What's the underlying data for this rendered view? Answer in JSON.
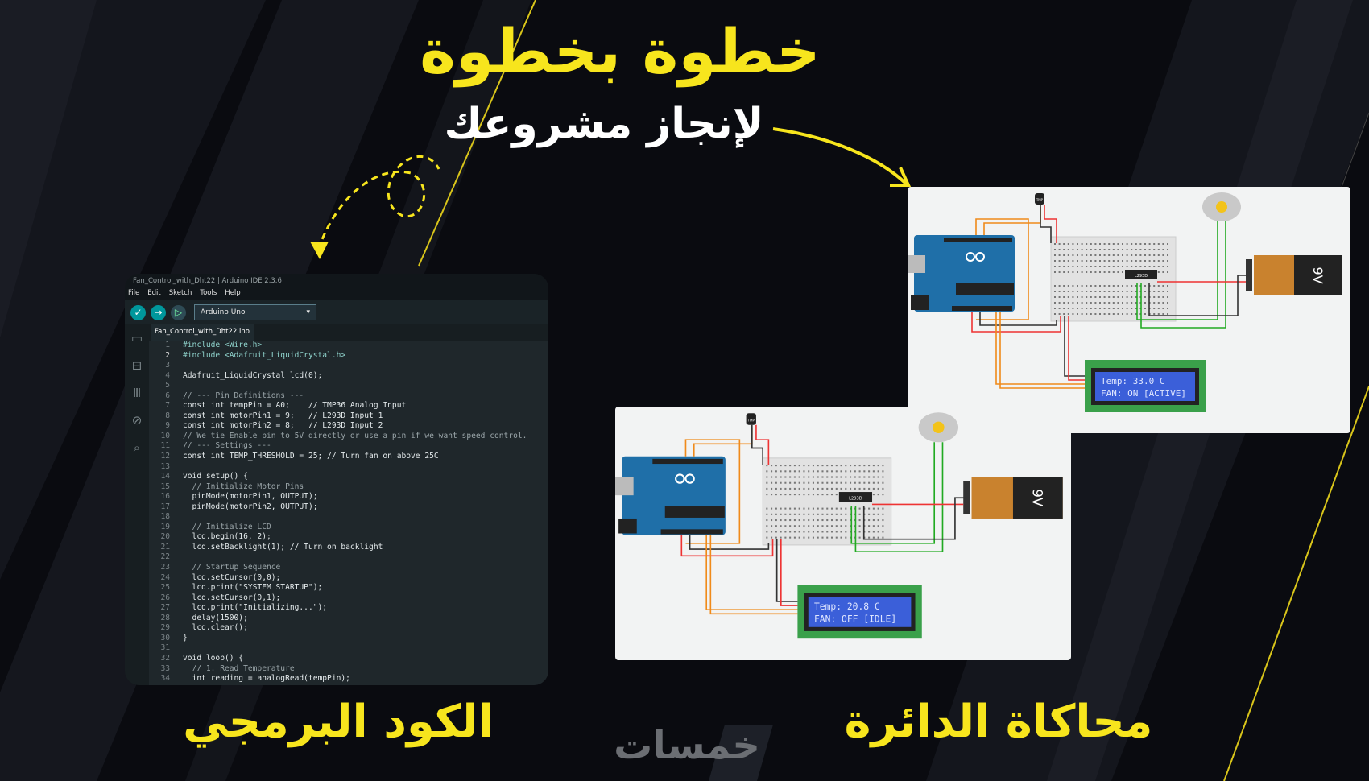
{
  "headline": {
    "title": "خطوة بخطوة",
    "subtitle": "لإنجاز مشروعك"
  },
  "labels": {
    "code": "الكود البرمجي",
    "simulation": "محاكاة الدائرة"
  },
  "logo": "خمسات",
  "colors": {
    "accent": "#f7e51d",
    "background": "#0a0b10",
    "ide_teal": "#00979c"
  },
  "ide": {
    "window_title": "Fan_Control_with_Dht22 | Arduino IDE 2.3.6",
    "menu": [
      "File",
      "Edit",
      "Sketch",
      "Tools",
      "Help"
    ],
    "board": "Arduino Uno",
    "tab": "Fan_Control_with_Dht22.ino",
    "lines": [
      "#include <Wire.h>",
      "#include <Adafruit_LiquidCrystal.h>",
      "",
      "Adafruit_LiquidCrystal lcd(0);",
      "",
      "// --- Pin Definitions ---",
      "const int tempPin = A0;    // TMP36 Analog Input",
      "const int motorPin1 = 9;   // L293D Input 1",
      "const int motorPin2 = 8;   // L293D Input 2",
      "// We tie Enable pin to 5V directly or use a pin if we want speed control.",
      "// --- Settings ---",
      "const int TEMP_THRESHOLD = 25; // Turn fan on above 25C",
      "",
      "void setup() {",
      "  // Initialize Motor Pins",
      "  pinMode(motorPin1, OUTPUT);",
      "  pinMode(motorPin2, OUTPUT);",
      "",
      "  // Initialize LCD",
      "  lcd.begin(16, 2);",
      "  lcd.setBacklight(1); // Turn on backlight",
      "",
      "  // Startup Sequence",
      "  lcd.setCursor(0,0);",
      "  lcd.print(\"SYSTEM STARTUP\");",
      "  lcd.setCursor(0,1);",
      "  lcd.print(\"Initializing...\");",
      "  delay(1500);",
      "  lcd.clear();",
      "}",
      "",
      "void loop() {",
      "  // 1. Read Temperature",
      "  int reading = analogRead(tempPin);"
    ]
  },
  "circuits": [
    {
      "lcd_line1": "Temp: 33.0 C",
      "lcd_line2": "FAN: ON [ACTIVE]",
      "battery": "9V",
      "chip": "L293D",
      "sensor": "TMP"
    },
    {
      "lcd_line1": "Temp: 20.8 C",
      "lcd_line2": "FAN: OFF [IDLE]",
      "battery": "9V",
      "chip": "L293D",
      "sensor": "TMP"
    }
  ]
}
